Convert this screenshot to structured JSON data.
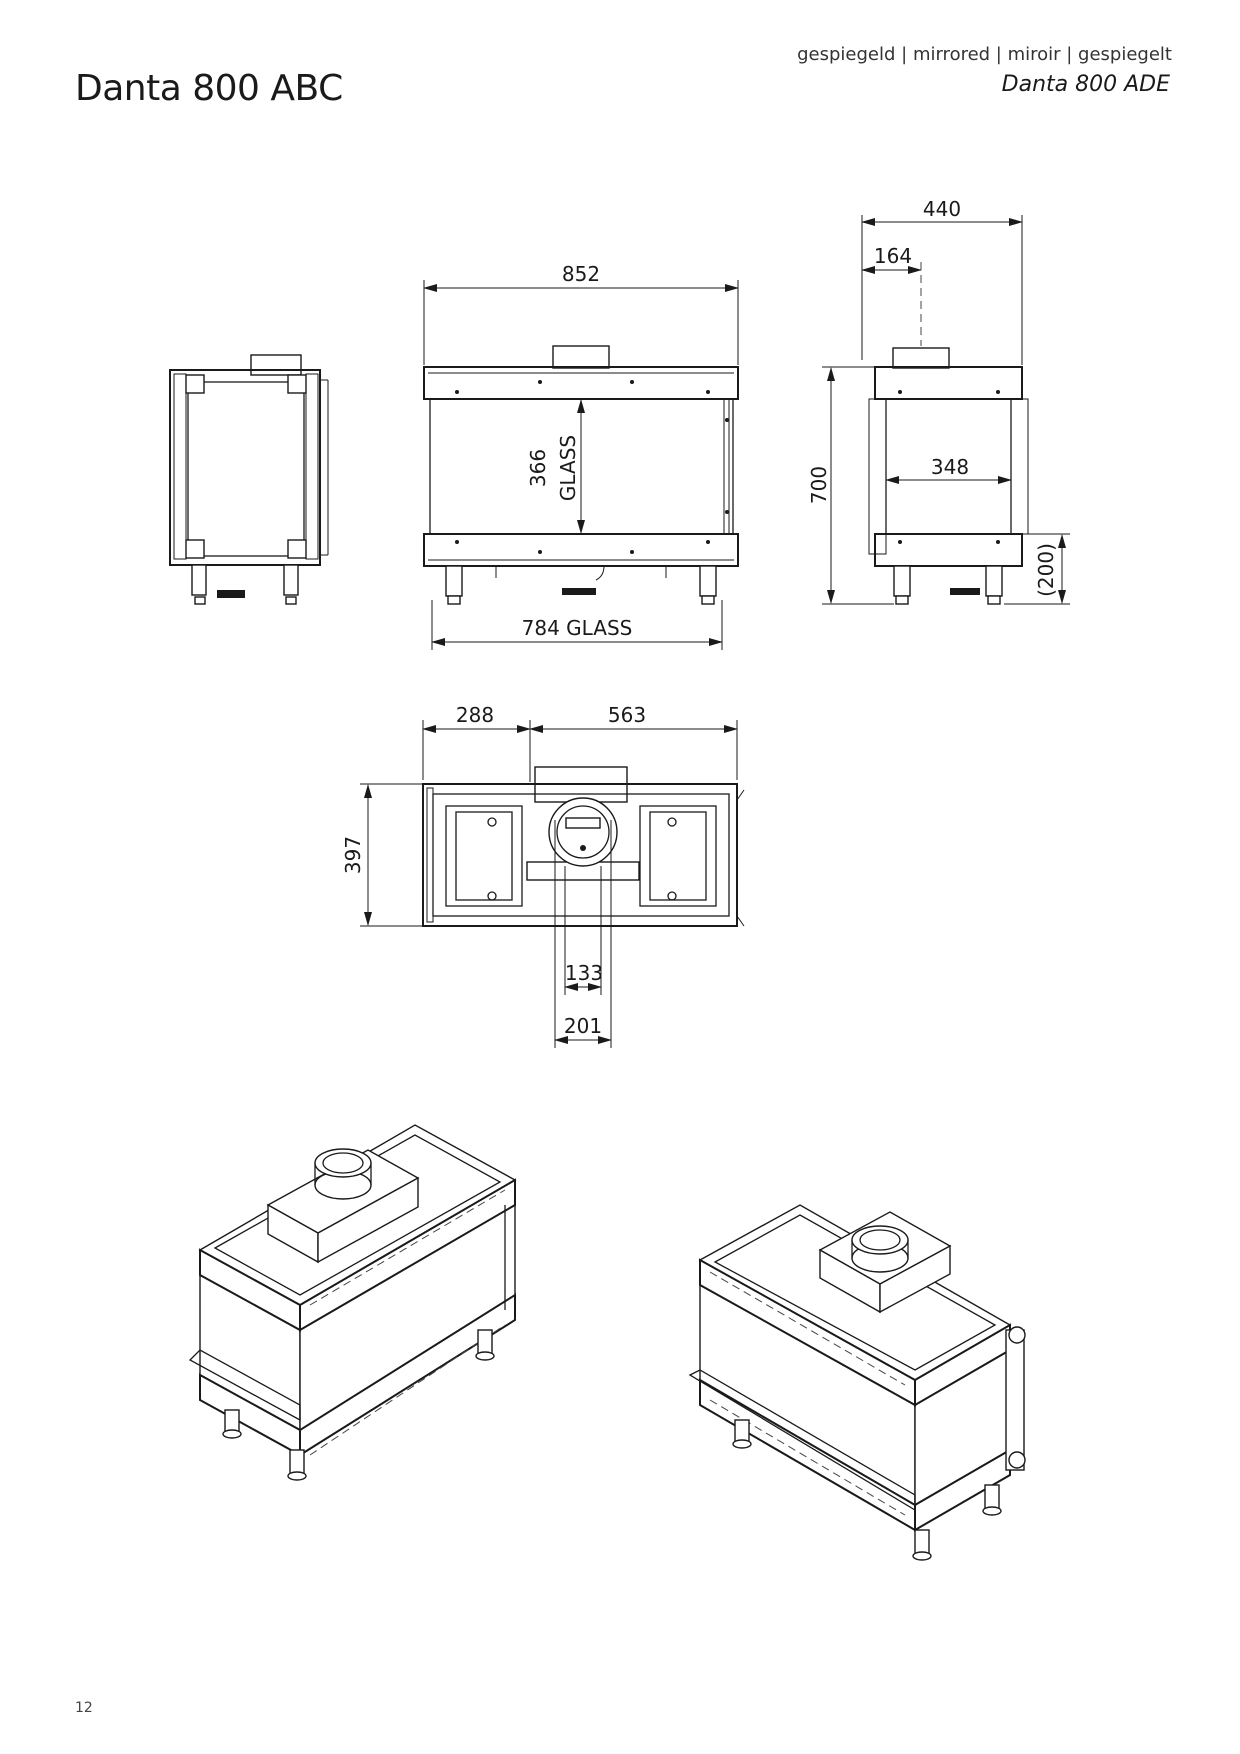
{
  "header": {
    "title": "Danta 800 ABC",
    "languages": "gespiegeld | mirrored | miroir | gespiegelt",
    "mirrored_model": "Danta 800 ADE"
  },
  "dimensions": {
    "front_width": "852",
    "glass_height": "366",
    "glass_label": "GLASS",
    "glass_width": "784 GLASS",
    "depth": "440",
    "flue_offset": "164",
    "height": "700",
    "side_glass": "348",
    "leg_height": "(200)",
    "top_left": "288",
    "top_right": "563",
    "top_depth": "397",
    "flue_inner": "133",
    "flue_outer": "201"
  },
  "footer": {
    "page_number": "12"
  }
}
